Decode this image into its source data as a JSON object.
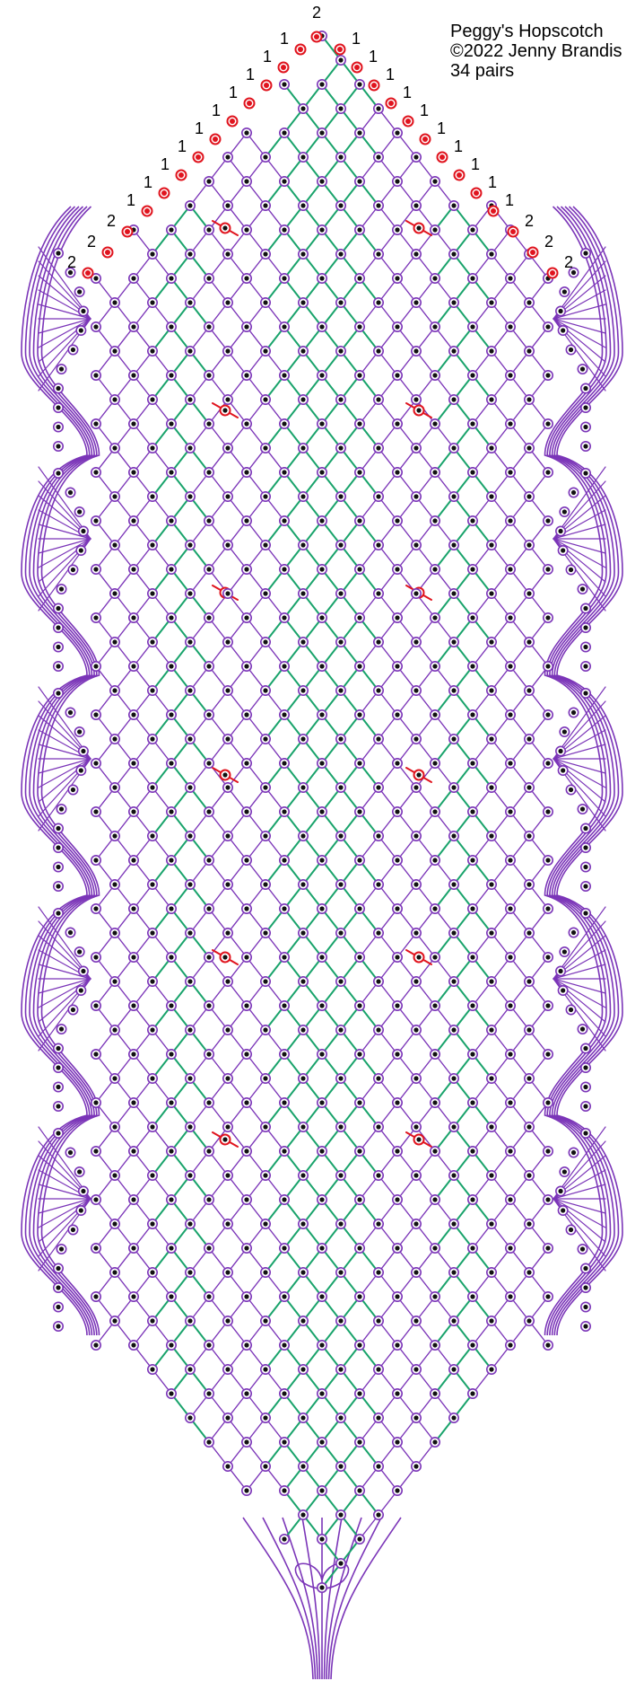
{
  "title": {
    "line1": "Peggy's Hopscotch",
    "line2": "©2022 Jenny Brandis",
    "line3": "34 pairs"
  },
  "pair_labels": {
    "top": "2",
    "left": [
      "1",
      "1",
      "1",
      "1",
      "1",
      "1",
      "1",
      "1",
      "1",
      "1",
      "2",
      "2",
      "2"
    ],
    "right": [
      "1",
      "1",
      "1",
      "1",
      "1",
      "1",
      "1",
      "1",
      "1",
      "1",
      "2",
      "2",
      "2"
    ]
  },
  "colors": {
    "thread": "#7b35b8",
    "ground_stitch": "#19a36b",
    "red_pin": "#e0141e",
    "pin_hole": "#111111",
    "background": "#ffffff"
  },
  "pattern": {
    "repeats": 5,
    "pin_types": [
      "black-pin",
      "red-start-pin"
    ]
  }
}
